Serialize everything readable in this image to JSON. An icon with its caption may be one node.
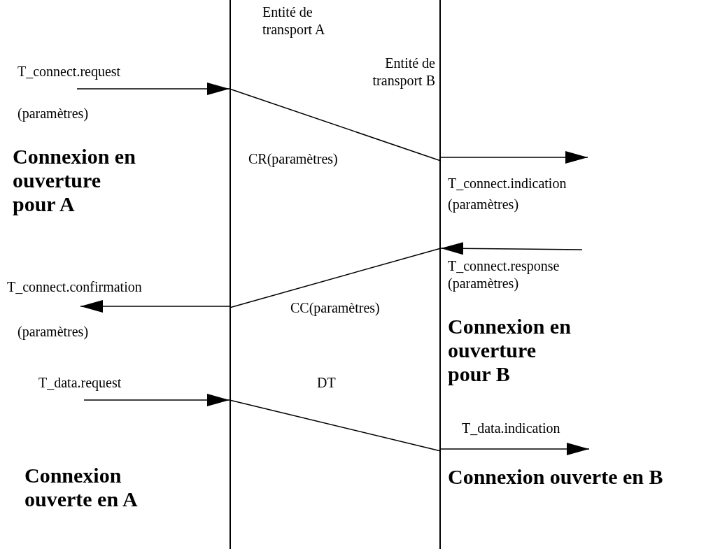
{
  "diagram": {
    "nodes": [
      {
        "text": [
          "Entité de transport A"
        ]
      },
      {
        "text": [
          "Entité de transport B"
        ]
      }
    ],
    "edges": [
      {
        "from": null,
        "to": 0,
        "arrow": "to",
        "label": "T_connect.request"
      },
      {
        "from": 0,
        "to": 1,
        "arrow": "none",
        "label": "CR(paramètres)"
      },
      {
        "from": 1,
        "to": null,
        "arrow": "to",
        "label": "T_connect.indication"
      },
      {
        "from": null,
        "to": 1,
        "arrow": "to",
        "label": "T_connect.response"
      },
      {
        "from": 1,
        "to": 0,
        "arrow": "none",
        "label": "CC(paramètres)"
      },
      {
        "from": 0,
        "to": null,
        "arrow": "to",
        "label": "T_connect.confirmation"
      },
      {
        "from": null,
        "to": 0,
        "arrow": "to",
        "label": "T_data.request"
      },
      {
        "from": 0,
        "to": 1,
        "arrow": "none",
        "label": "DT"
      },
      {
        "from": 1,
        "to": null,
        "arrow": "to",
        "label": "T_data.indication"
      }
    ],
    "labels": [
      "(paramètres)",
      "Connexion en ouverture pour A",
      "(paramètres)",
      "(paramètres)",
      "(paramètres)",
      "Connexion en ouverture pour B",
      "Connexion ouverte en A",
      "Connexion ouverte en B"
    ]
  }
}
